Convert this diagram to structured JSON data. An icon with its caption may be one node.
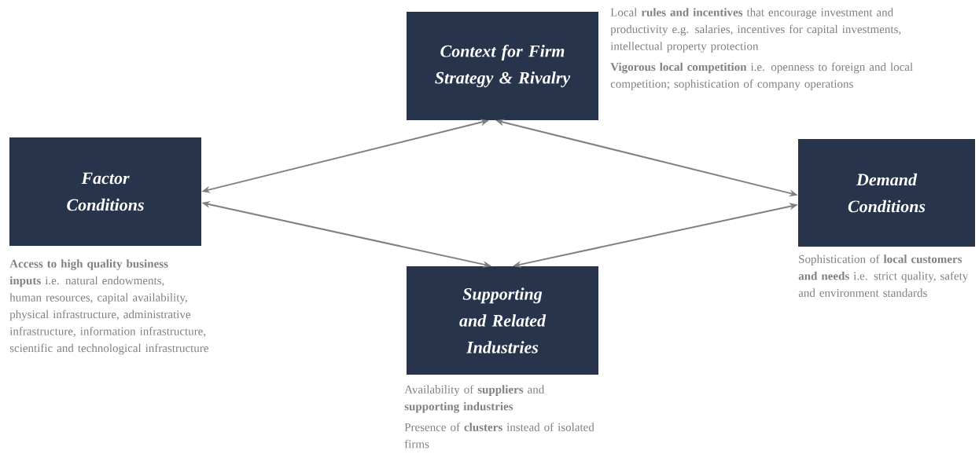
{
  "diagram": {
    "nodes": [
      {
        "text": [
          "Context for Firm Strategy & Rivalry"
        ],
        "beside": [
          "Local **rules and incentives** that encourage investment and productivity e.g. salaries, incentives for capital investments, intellectual property protection",
          "**Vigorous local competition** i.e. openness to foreign and local competition; sophistication of company operations"
        ]
      },
      {
        "text": [
          "Factor Conditions"
        ],
        "beside": [
          "**Access to high quality business inputs** i.e. natural endowments, human resources, capital availability, physical infrastructure, administrative infrastructure, information infrastructure, scientific and technological infrastructure"
        ]
      },
      {
        "text": [
          "Demand Conditions"
        ],
        "beside": [
          "Sophistication of **local customers and needs** i.e. strict quality, safety and environment standards"
        ]
      },
      {
        "text": [
          "Supporting and Related Industries"
        ],
        "beside": [
          "Availability of **suppliers** and **supporting industries**",
          "Presence of **clusters** instead of isolated firms"
        ]
      }
    ],
    "edges": [
      {
        "from": 0,
        "to": 1,
        "arrow": "both"
      },
      {
        "from": 0,
        "to": 2,
        "arrow": "both"
      },
      {
        "from": 1,
        "to": 3,
        "arrow": "both"
      },
      {
        "from": 3,
        "to": 2,
        "arrow": "both"
      }
    ]
  }
}
